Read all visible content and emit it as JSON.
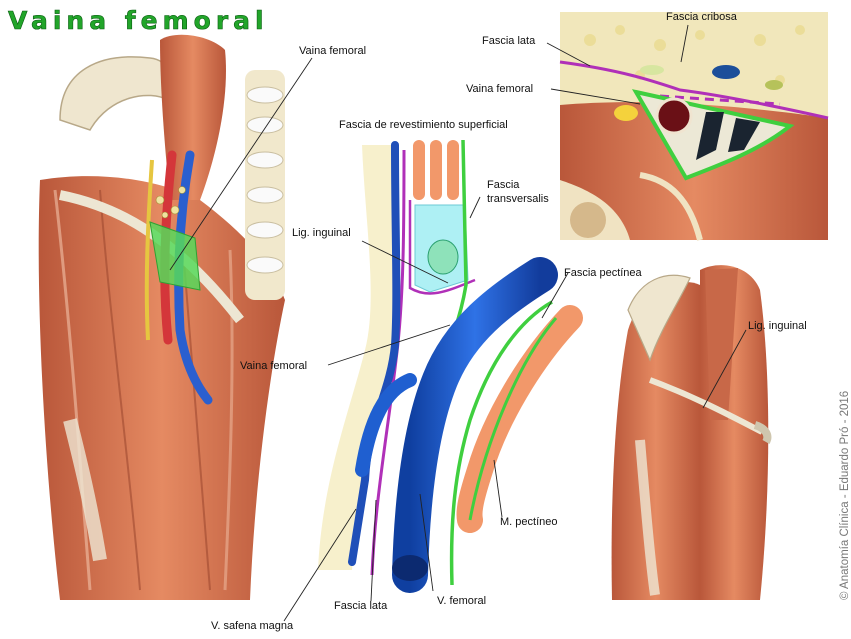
{
  "title": "Vaina femoral",
  "copyright": "© Anatomía Clínica - Eduardo Pró - 2016",
  "labels": {
    "vaina_femoral_left": "Vaina femoral",
    "fascia_revestimiento": "Fascia de revestimiento superficial",
    "lig_inguinal_center": "Lig. inguinal",
    "fascia_transversalis_1": "Fascia",
    "fascia_transversalis_2": "transversalis",
    "fascia_pectinea": "Fascia pectínea",
    "vaina_femoral_center": "Vaina femoral",
    "v_safena_magna": "V. safena magna",
    "fascia_lata_center": "Fascia lata",
    "v_femoral": "V. femoral",
    "m_pectineo": "M. pectíneo",
    "fascia_cribosa": "Fascia cribosa",
    "fascia_lata_inset": "Fascia lata",
    "vaina_femoral_inset": "Vaina femoral",
    "lig_inguinal_right": "Lig. inguinal"
  },
  "colors": {
    "muscle": "#d9734e",
    "muscle_dark": "#b9573a",
    "tendon": "#ece6d6",
    "vein": "#1f5fd0",
    "artery": "#d4363a",
    "fascia_green": "#3fcf3f",
    "fascia_purple": "#b030b8",
    "fat": "#f6ecb4",
    "fascia_beige": "#f7f0cc",
    "title_green": "#22a52a"
  }
}
